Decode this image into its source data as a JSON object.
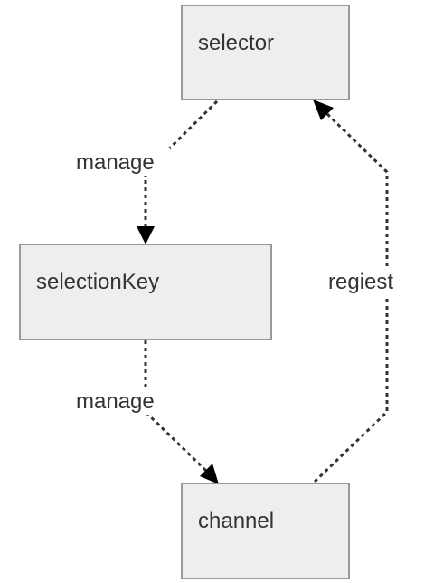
{
  "nodes": {
    "selector": {
      "label": "selector"
    },
    "selection_key": {
      "label": "selectionKey"
    },
    "channel": {
      "label": "channel"
    }
  },
  "edges": {
    "selector_to_key": {
      "label": "manage"
    },
    "key_to_channel": {
      "label": "manage"
    },
    "channel_to_selector": {
      "label": "regiest"
    }
  },
  "style": {
    "node_fill": "#eeeeee",
    "node_border": "#999999",
    "text_color": "#333333",
    "edge_color": "#333333"
  }
}
